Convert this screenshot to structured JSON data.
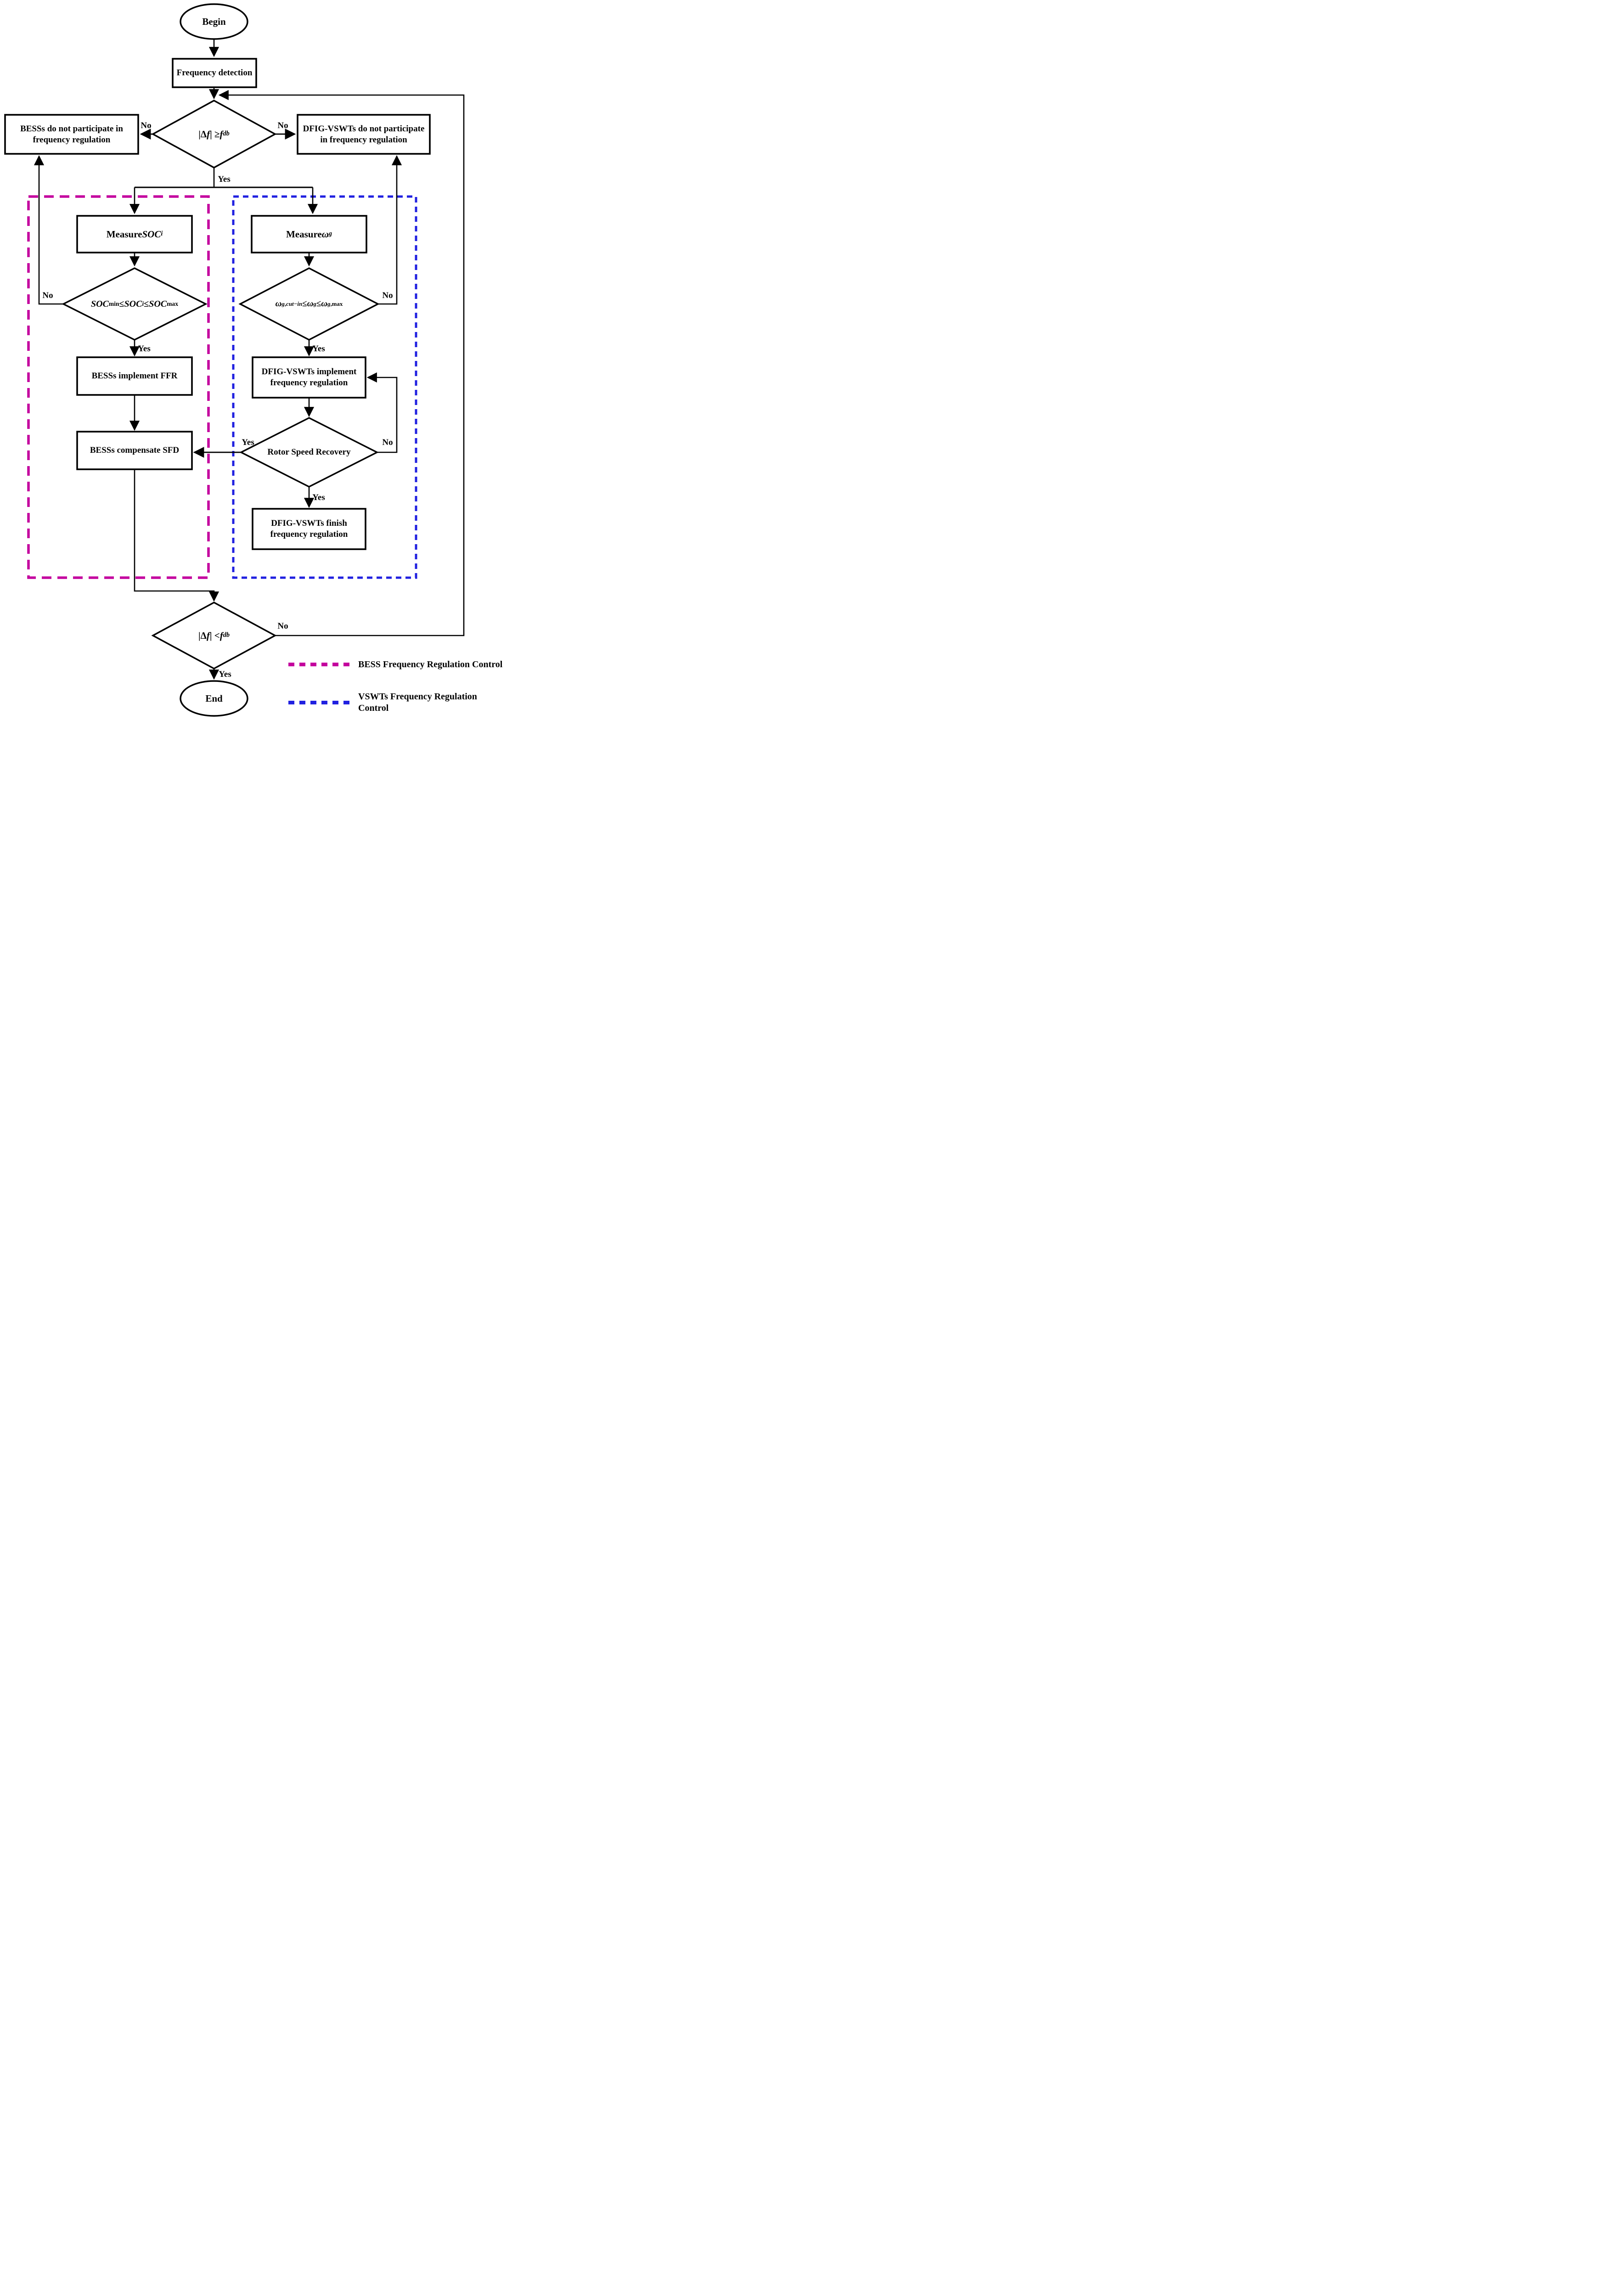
{
  "diagram": {
    "title": "BESS and DFIG-VSWT frequency regulation control flowchart",
    "nodes": {
      "begin": "Begin",
      "frequency_detection": "Frequency detection",
      "d1_condition_html": "|Δ<i>f</i>| ≥ <i>f</i><sub><i>db</i></sub>",
      "bess_not_participate": "BESSs do not participate in\nfrequency regulation",
      "dfig_not_participate": "DFIG-VSWTs do not participate\nin frequency regulation",
      "measure_soc_html": "Measure <i>SOC</i><sub><i>i</i></sub>",
      "soc_condition_html": "<i>SOC</i><sub>min</sub> ≤ <i>SOC</i><sub><i>i</i></sub> ≤ <i>SOC</i><sub>max</sub>",
      "bess_implement_ffr": "BESSs implement FFR",
      "bess_compensate_sfd": "BESSs compensate SFD",
      "measure_omega_html": "Measure <i>ω</i><sub><i>g</i></sub>",
      "omega_condition_html": "<i>ω</i><sub><i>g</i>,<i>cut−in</i></sub> ≤ <i>ω</i><sub><i>g</i></sub> ≤ <i>ω</i><sub><i>g</i>,max</sub>",
      "dfig_implement": "DFIG-VSWTs implement\nfrequency regulation",
      "rotor_speed_recovery": "Rotor Speed Recovery",
      "dfig_finish": "DFIG-VSWTs finish\nfrequency regulation",
      "d2_condition_html": "|Δ<i>f</i>| &lt; <i>f</i><sub><i>db</i></sub>",
      "end": "End"
    },
    "edge_labels": {
      "d1_no_left": "No",
      "d1_no_right": "No",
      "d1_yes": "Yes",
      "soc_no": "No",
      "soc_yes": "Yes",
      "omega_no": "No",
      "omega_yes": "Yes",
      "rotor_yes_left": "Yes",
      "rotor_no": "No",
      "rotor_yes_down": "Yes",
      "d2_no": "No",
      "d2_yes": "Yes"
    },
    "legend": {
      "bess": {
        "label": "BESS Frequency Regulation Control",
        "color": "#c4009e"
      },
      "vswt": {
        "label": "VSWTs Frequency Regulation Control",
        "color": "#2121e0"
      }
    },
    "colors": {
      "line": "#000000",
      "bess_region": "#c4009e",
      "vswt_region": "#2121e0"
    }
  }
}
